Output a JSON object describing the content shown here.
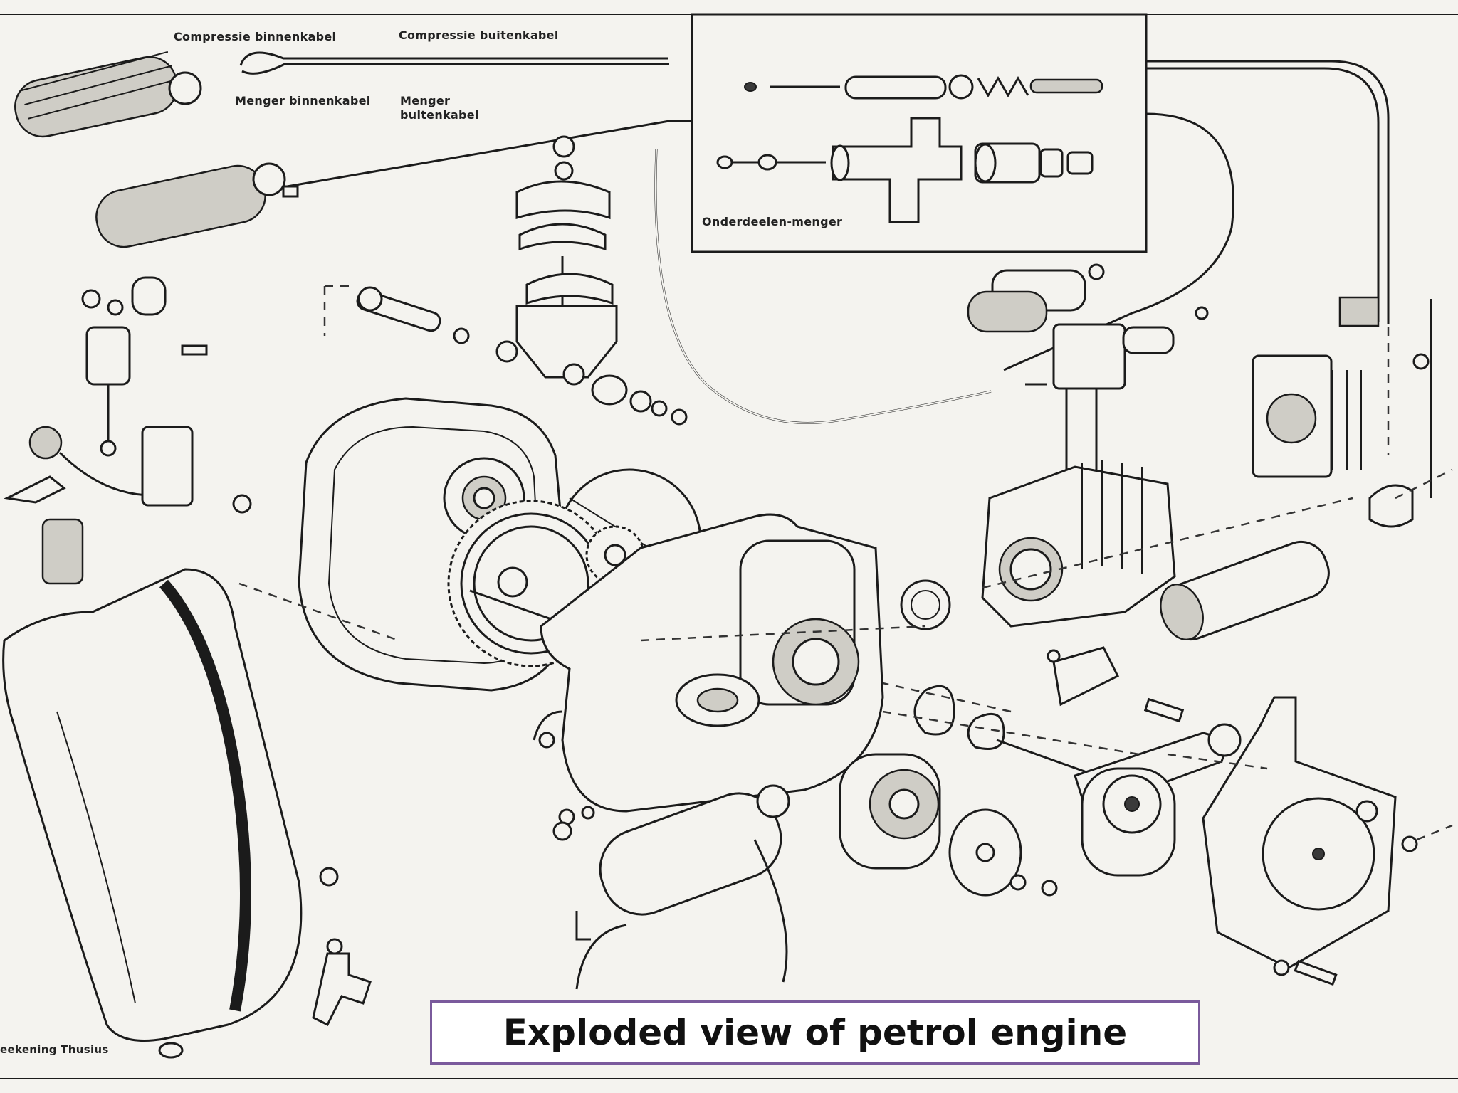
{
  "labels": {
    "compressie_binnenkabel": "Compressie binnenkabel",
    "compressie_buitenkabel": "Compressie buitenkabel",
    "menger_binnenkabel": "Menger binnenkabel",
    "menger_buitenkabel_1": "Menger",
    "menger_buitenkabel_2": "buitenkabel",
    "onderdeelen_menger": "Onderdeelen-menger",
    "credit": "eekening Thusius"
  },
  "caption": "Exploded view of petrol engine"
}
